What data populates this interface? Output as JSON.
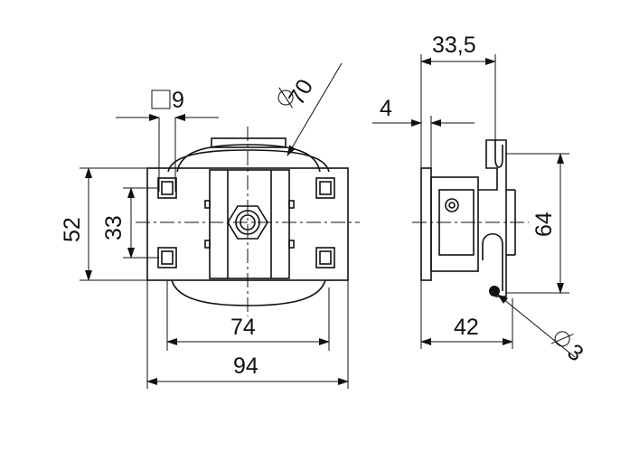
{
  "dimensions": {
    "square_drive": "9",
    "diameter_70": "70",
    "width_74": "74",
    "width_94": "94",
    "height_52": "52",
    "height_33": "33",
    "offset_4": "4",
    "depth_33_5": "33,5",
    "height_64": "64",
    "depth_42": "42",
    "diameter_3": "3"
  },
  "colors": {
    "line": "#111111",
    "background": "#ffffff"
  }
}
